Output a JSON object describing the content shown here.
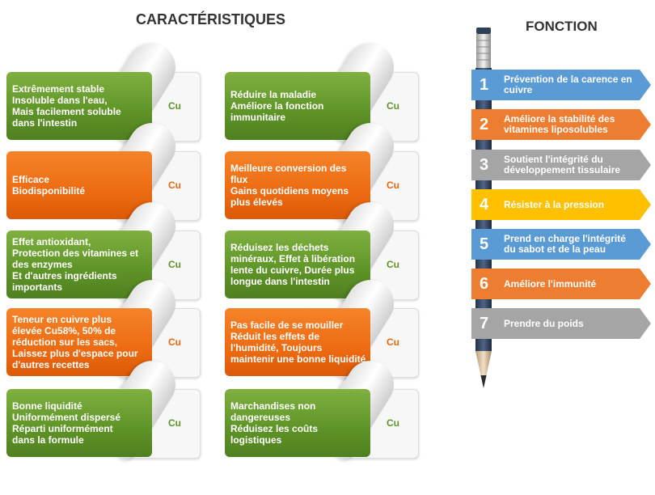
{
  "title_left": "CARACTÉRISTIQUES",
  "title_right": "FONCTION",
  "cards": [
    {
      "text": "Extrêmement stable\nInsoluble dans l'eau,\nMais facilement soluble\ndans l'intestin",
      "tag": "Cu"
    },
    {
      "text": "Réduire la maladie\nAméliore la fonction\nimmunitaire",
      "tag": "Cu"
    },
    {
      "text": "Efficace\nBiodisponibilité",
      "tag": "Cu"
    },
    {
      "text": "Meilleure conversion des\nflux\nGains quotidiens moyens\nplus élevés",
      "tag": "Cu"
    },
    {
      "text": "Effet antioxidant,\nProtection des vitamines et\ndes enzymes\nEt d'autres ingrédients\nimportants",
      "tag": "Cu"
    },
    {
      "text": "Réduisez les déchets\nminéraux, Effet à libération\nlente du cuivre, Durée plus\nlongue dans l'intestin",
      "tag": "Cu"
    },
    {
      "text": "Teneur en cuivre plus\nélevée Cu58%, 50% de\nréduction sur les sacs,\nLaissez plus d'espace pour\nd'autres recettes",
      "tag": "Cu"
    },
    {
      "text": "Pas facile de se mouiller\nRéduit les effets de\nl'humidité, Toujours\nmaintenir une bonne liquidité",
      "tag": "Cu"
    },
    {
      "text": "Bonne liquidité\nUniformément dispersé\nRéparti uniformément\ndans la formule",
      "tag": "Cu"
    },
    {
      "text": "Marchandises non\ndangereuses\nRéduisez les coûts\nlogistiques",
      "tag": "Cu"
    }
  ],
  "functions": [
    {
      "num": "1",
      "text": "Prévention de la carence en\ncuivre",
      "color": "#5b9bd5"
    },
    {
      "num": "2",
      "text": "Améliore la stabilité des\nvitamines liposolubles",
      "color": "#ed7d31"
    },
    {
      "num": "3",
      "text": "Soutient l'intégrité du\ndéveloppement tissulaire",
      "color": "#a5a5a5"
    },
    {
      "num": "4",
      "text": "Résister à la pression",
      "color": "#ffc000"
    },
    {
      "num": "5",
      "text": "Prend en charge l'intégrité\ndu sabot et de la peau",
      "color": "#5b9bd5"
    },
    {
      "num": "6",
      "text": "Améliore l'immunité",
      "color": "#ed7d31"
    },
    {
      "num": "7",
      "text": "Prendre du poids",
      "color": "#a5a5a5"
    }
  ]
}
